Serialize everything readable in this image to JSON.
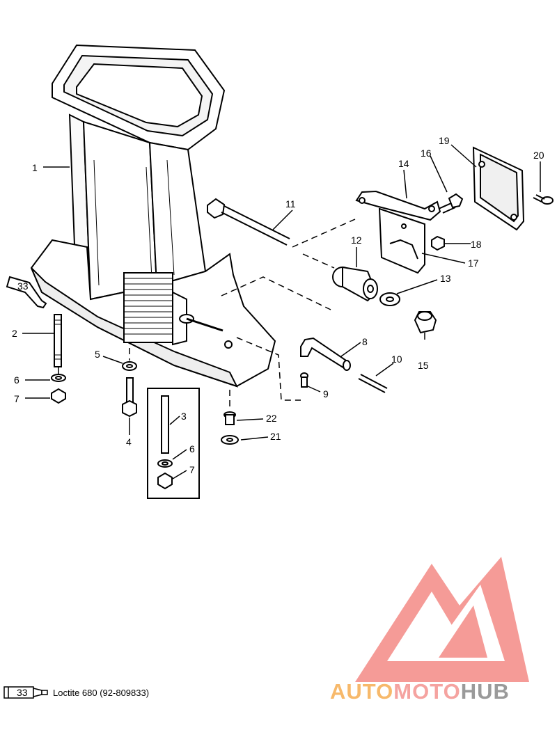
{
  "diagram": {
    "callouts": [
      {
        "id": "1",
        "label": "1"
      },
      {
        "id": "2",
        "label": "2"
      },
      {
        "id": "3",
        "label": "3"
      },
      {
        "id": "4",
        "label": "4"
      },
      {
        "id": "5",
        "label": "5"
      },
      {
        "id": "6a",
        "label": "6"
      },
      {
        "id": "6b",
        "label": "6"
      },
      {
        "id": "7a",
        "label": "7"
      },
      {
        "id": "7b",
        "label": "7"
      },
      {
        "id": "8",
        "label": "8"
      },
      {
        "id": "9",
        "label": "9"
      },
      {
        "id": "10",
        "label": "10"
      },
      {
        "id": "11",
        "label": "11"
      },
      {
        "id": "12",
        "label": "12"
      },
      {
        "id": "13",
        "label": "13"
      },
      {
        "id": "14",
        "label": "14"
      },
      {
        "id": "15",
        "label": "15"
      },
      {
        "id": "16",
        "label": "16"
      },
      {
        "id": "17",
        "label": "17"
      },
      {
        "id": "18",
        "label": "18"
      },
      {
        "id": "19",
        "label": "19"
      },
      {
        "id": "20",
        "label": "20"
      },
      {
        "id": "21",
        "label": "21"
      },
      {
        "id": "22",
        "label": "22"
      }
    ],
    "tube_marker": "33",
    "legend": {
      "tube_marker": "33",
      "text": "Loctite 680 (92-809833)"
    }
  },
  "watermark": {
    "part1": "AUTO",
    "part2": "MOTO",
    "part3": "HUB",
    "color1": "#f7b96b",
    "color2": "#f5a3a0",
    "color3": "#9a9a9a",
    "logo_color": "#f48a86"
  }
}
